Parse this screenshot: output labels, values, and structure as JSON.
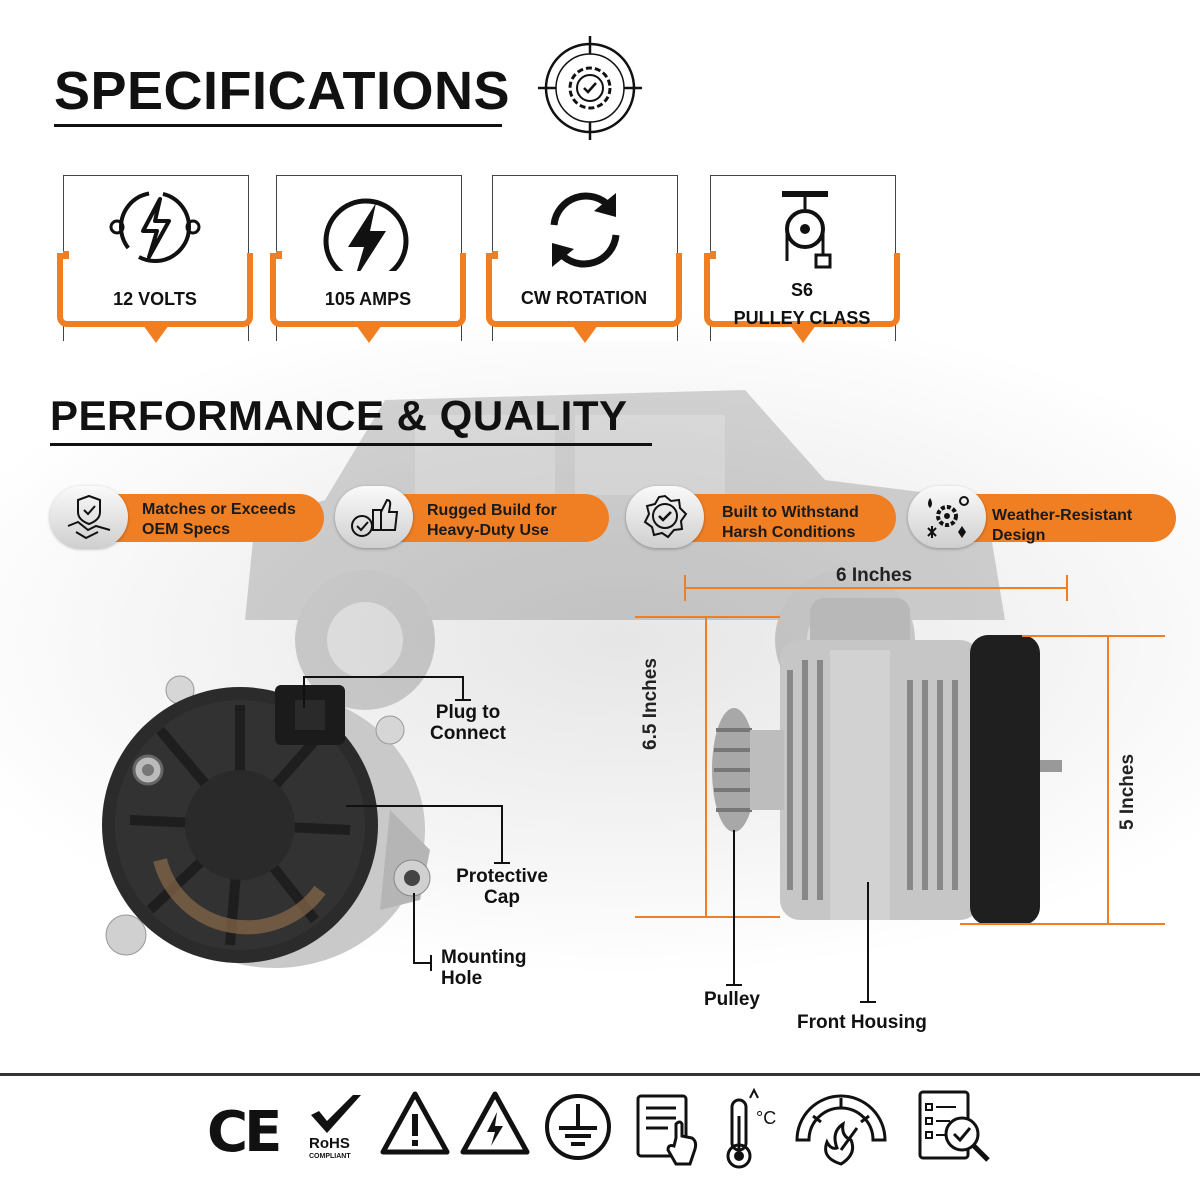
{
  "headings": {
    "specifications": "SPECIFICATIONS",
    "performance": "PERFORMANCE & QUALITY"
  },
  "specs": [
    {
      "icon": "voltage-icon",
      "label_1": "12 VOLTS",
      "label_2": ""
    },
    {
      "icon": "lightning-bolt-icon",
      "label_1": "105  AMPS",
      "label_2": ""
    },
    {
      "icon": "rotation-icon",
      "label_1": "CW ROTATION",
      "label_2": ""
    },
    {
      "icon": "pulley-icon",
      "label_1": "S6",
      "label_2": "PULLEY CLASS"
    }
  ],
  "performance": [
    {
      "icon": "handshake-shield-icon",
      "line_1": "Matches or Exceeds",
      "line_2": "OEM Specs"
    },
    {
      "icon": "thumbs-up-check-icon",
      "line_1": "Rugged Build for",
      "line_2": "Heavy-Duty Use"
    },
    {
      "icon": "badge-check-icon",
      "line_1": "Built to Withstand",
      "line_2": "Harsh Conditions"
    },
    {
      "icon": "weather-gear-icon",
      "line_1": "Weather-Resistant",
      "line_2": "Design"
    }
  ],
  "dimensions": {
    "width": "6 Inches",
    "height": "6.5 Inches",
    "depth": "5 Inches"
  },
  "callouts": {
    "plug_1": "Plug to",
    "plug_2": "Connect",
    "cap_1": "Protective",
    "cap_2": "Cap",
    "hole_1": "Mounting",
    "hole_2": "Hole",
    "pulley": "Pulley",
    "housing": "Front Housing"
  },
  "certs": {
    "ce": "CE",
    "rohs": "RoHS",
    "rohs_sub": "COMPLIANT",
    "temp_unit": "°C"
  },
  "colors": {
    "accent": "#f07f24",
    "dark": "#111111"
  }
}
